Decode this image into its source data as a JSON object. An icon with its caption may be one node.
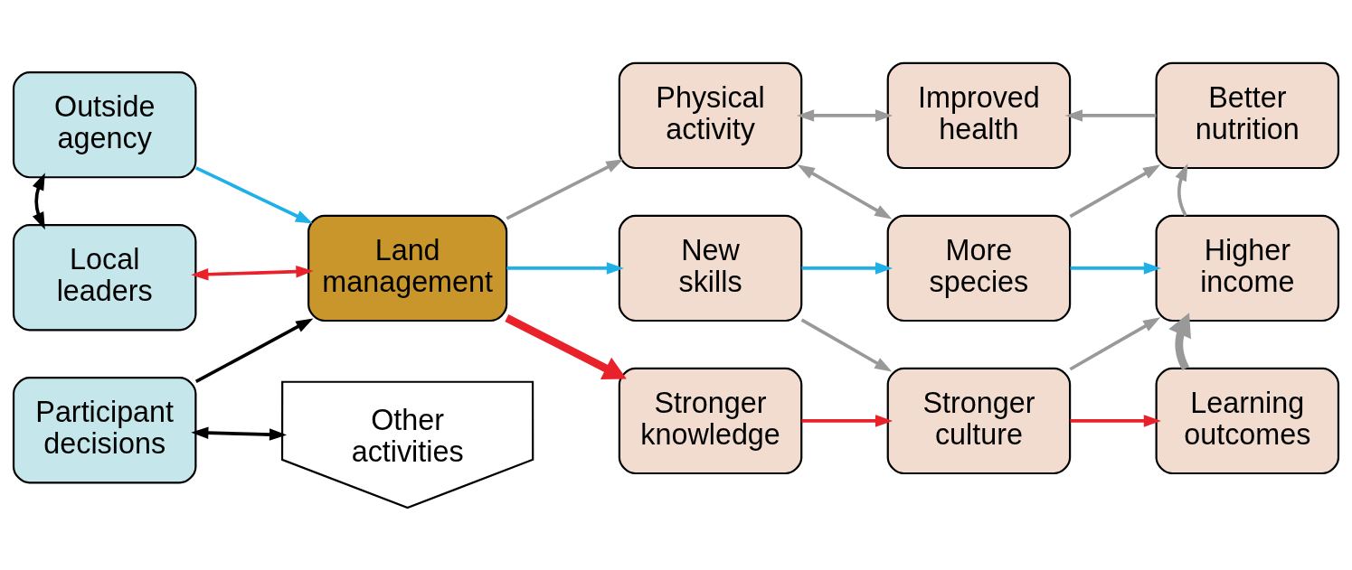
{
  "diagram": {
    "nodes": [
      {
        "text": [
          "Outside agency"
        ]
      },
      {
        "text": [
          "Local leaders"
        ]
      },
      {
        "text": [
          "Participant decisions"
        ]
      },
      {
        "text": [
          "Other activities"
        ]
      },
      {
        "text": [
          "Land management"
        ]
      },
      {
        "text": [
          "Physical activity"
        ]
      },
      {
        "text": [
          "Improved health"
        ]
      },
      {
        "text": [
          "Better nutrition"
        ]
      },
      {
        "text": [
          "New skills"
        ]
      },
      {
        "text": [
          "More species"
        ]
      },
      {
        "text": [
          "Higher income"
        ]
      },
      {
        "text": [
          "Stronger knowledge"
        ]
      },
      {
        "text": [
          "Stronger culture"
        ]
      },
      {
        "text": [
          "Learning outcomes"
        ]
      }
    ],
    "edges": [
      {
        "from": 0,
        "to": 4,
        "arrow": "to",
        "color": "#1fb0e8"
      },
      {
        "from": 0,
        "to": 1,
        "arrow": "both",
        "color": "#000000"
      },
      {
        "from": 1,
        "to": 4,
        "arrow": "both",
        "color": "#e8212a"
      },
      {
        "from": 2,
        "to": 4,
        "arrow": "to",
        "color": "#000000"
      },
      {
        "from": 2,
        "to": 3,
        "arrow": "both",
        "color": "#000000"
      },
      {
        "from": 4,
        "to": 5,
        "arrow": "to"
      },
      {
        "from": 4,
        "to": 8,
        "arrow": "to",
        "color": "#1fb0e8"
      },
      {
        "from": 4,
        "to": 11,
        "arrow": "to",
        "style": "thick",
        "color": "#e8212a"
      },
      {
        "from": 5,
        "to": 6,
        "arrow": "both"
      },
      {
        "from": 7,
        "to": 6,
        "arrow": "to"
      },
      {
        "from": 5,
        "to": 9,
        "arrow": "both"
      },
      {
        "from": 9,
        "to": 7,
        "arrow": "to"
      },
      {
        "from": 10,
        "to": 7,
        "arrow": "to"
      },
      {
        "from": 8,
        "to": 9,
        "arrow": "to",
        "color": "#1fb0e8"
      },
      {
        "from": 9,
        "to": 10,
        "arrow": "to",
        "color": "#1fb0e8"
      },
      {
        "from": 8,
        "to": 12,
        "arrow": "to"
      },
      {
        "from": 12,
        "to": 10,
        "arrow": "to"
      },
      {
        "from": 13,
        "to": 10,
        "arrow": "to",
        "style": "thick"
      },
      {
        "from": 11,
        "to": 12,
        "arrow": "to",
        "color": "#e8212a"
      },
      {
        "from": 12,
        "to": 13,
        "arrow": "to",
        "color": "#e8212a"
      }
    ]
  }
}
